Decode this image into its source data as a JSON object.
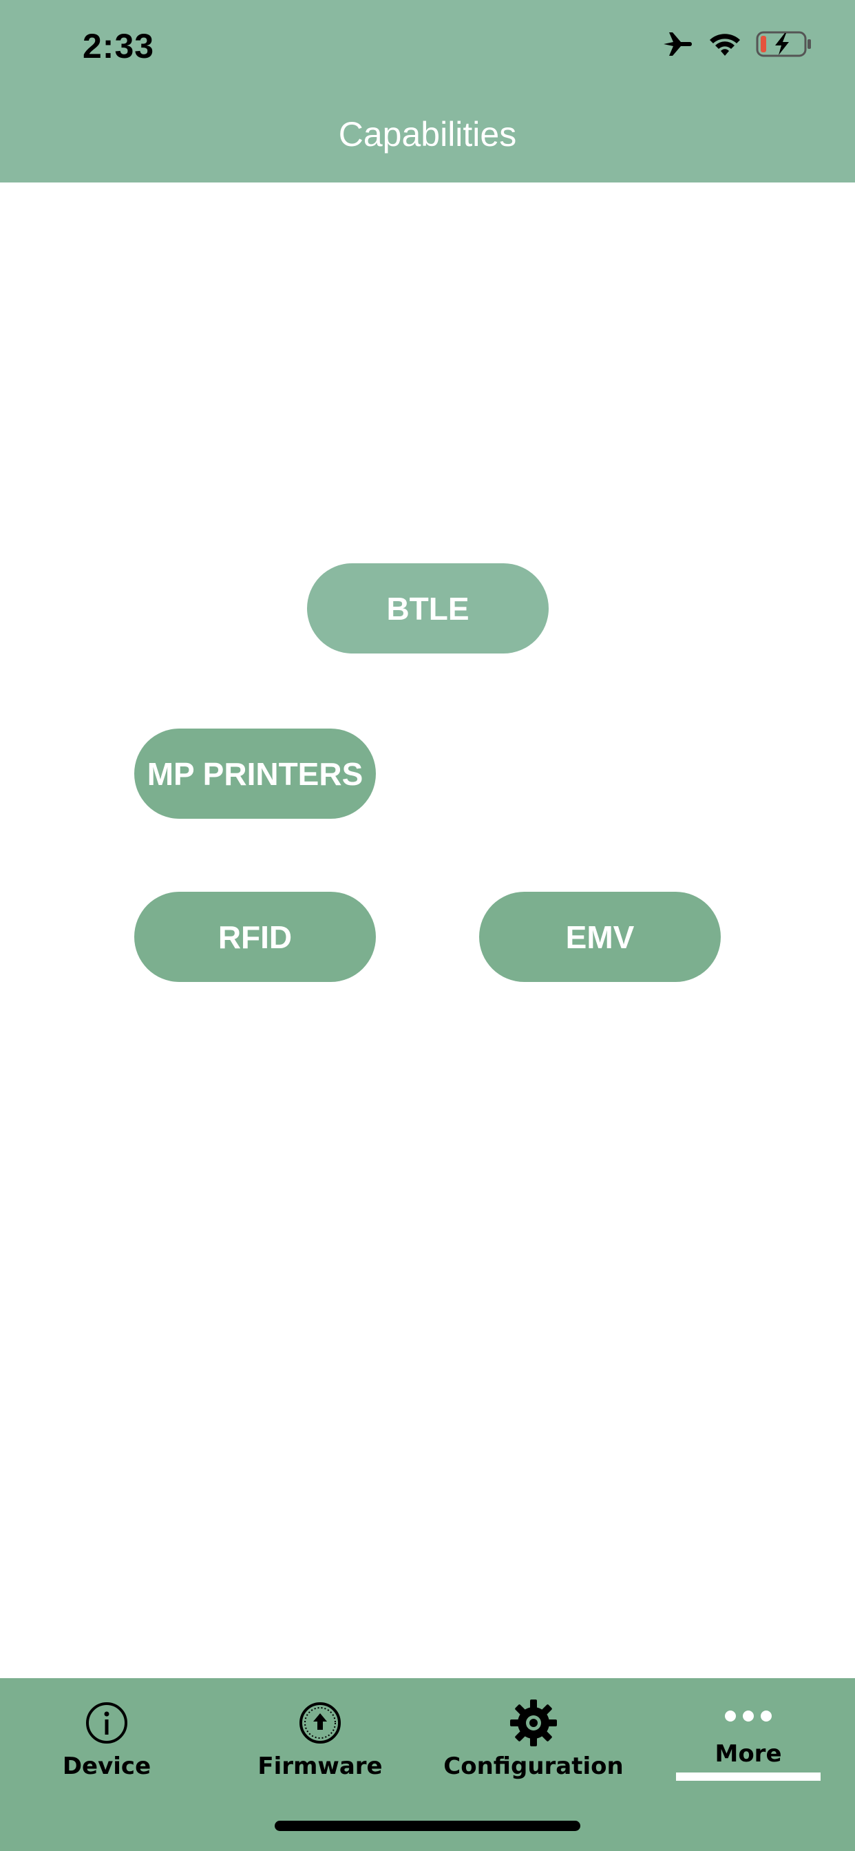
{
  "status_bar": {
    "time": "2:33",
    "icons": [
      "airplane-mode-icon",
      "wifi-icon",
      "battery-charging-icon"
    ]
  },
  "nav": {
    "title": "Capabilities"
  },
  "capabilities": {
    "btle": "BTLE",
    "mp_printers": "MP PRINTERS",
    "rfid": "RFID",
    "emv": "EMV"
  },
  "tabs": [
    {
      "label": "Device",
      "icon": "info-circle-icon"
    },
    {
      "label": "Firmware",
      "icon": "upload-circle-icon"
    },
    {
      "label": "Configuration",
      "icon": "gear-icon"
    },
    {
      "label": "More",
      "icon": "more-dots-icon",
      "selected": true
    }
  ],
  "colors": {
    "header": "#8ab9a0",
    "button": "#7caf8f",
    "tab_bar": "#7caf8f",
    "battery_low": "#e5533d"
  }
}
